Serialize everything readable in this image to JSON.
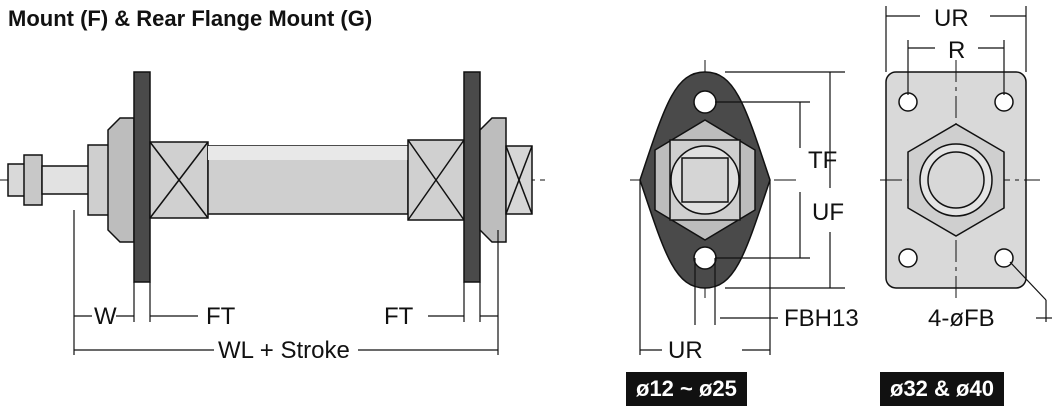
{
  "title": "Mount (F) & Rear Flange Mount (G)",
  "labels": {
    "W": "W",
    "FT_left": "FT",
    "FT_right": "FT",
    "WL": "WL + Stroke",
    "TF": "TF",
    "UF": "UF",
    "FBH13": "FBH13",
    "UR_bottom": "UR",
    "UR_top": "UR",
    "R": "R",
    "FB": "4-øFB"
  },
  "badges": {
    "small": "ø12 ~ ø25",
    "large": "ø32 & ø40"
  }
}
